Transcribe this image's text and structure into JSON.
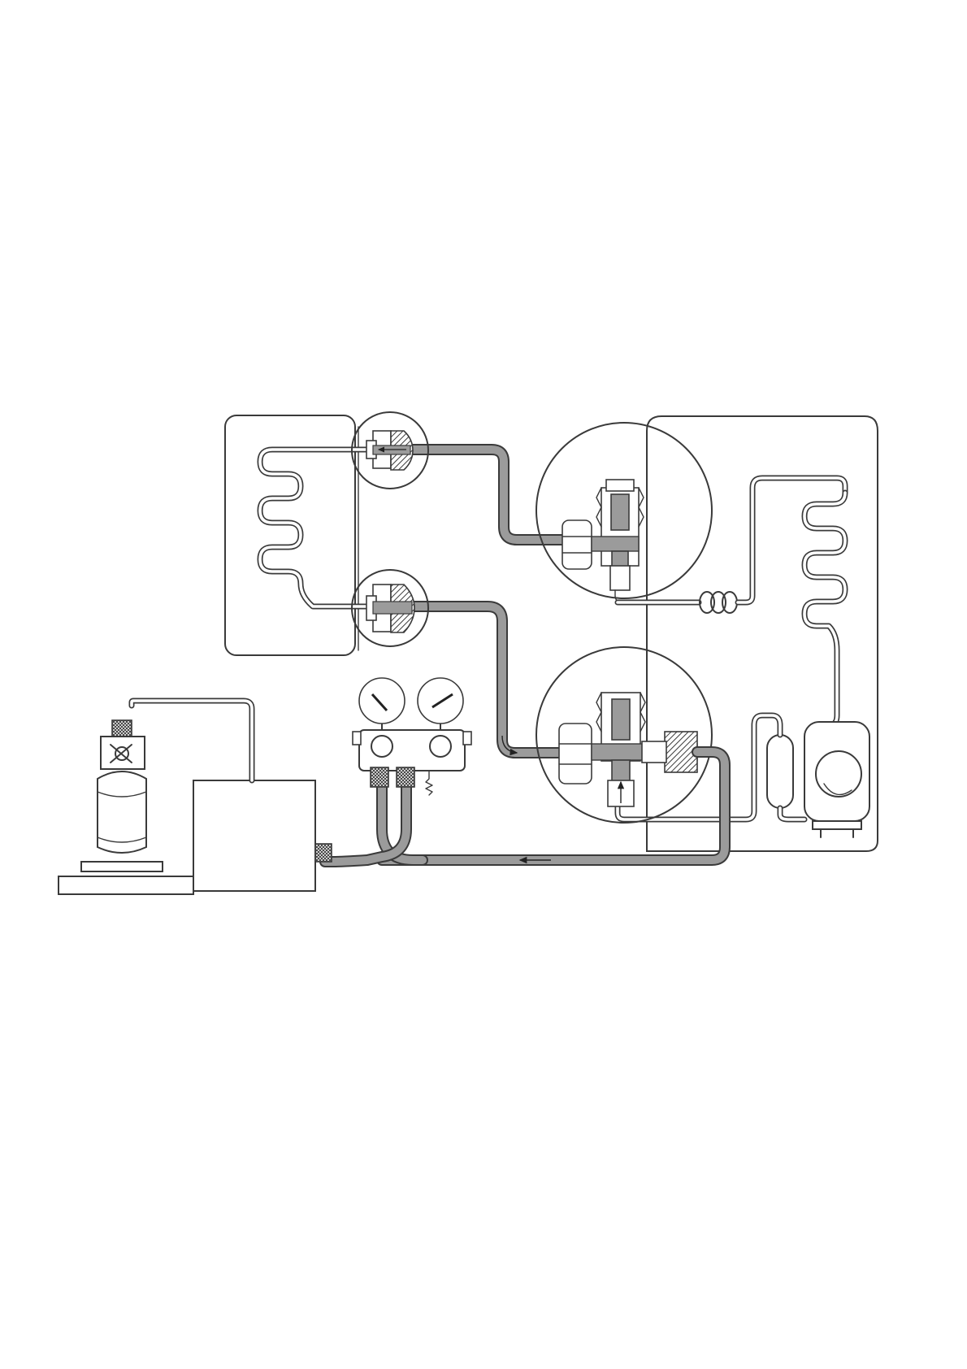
{
  "diagram": {
    "type": "refrigerant-charging-schematic",
    "text_labels": [],
    "components": [
      {
        "id": "indoor-unit-panel",
        "icon": "panel"
      },
      {
        "id": "outdoor-unit-panel",
        "icon": "panel"
      },
      {
        "id": "evaporator-coil",
        "icon": "serpentine-coil"
      },
      {
        "id": "condenser-coil",
        "icon": "serpentine-coil"
      },
      {
        "id": "capillary-coil",
        "icon": "capillary-tube"
      },
      {
        "id": "compressor",
        "icon": "compressor"
      },
      {
        "id": "accumulator",
        "icon": "accumulator"
      },
      {
        "id": "flare-joint-upper",
        "icon": "magnified-flare-joint"
      },
      {
        "id": "flare-joint-lower",
        "icon": "magnified-flare-joint"
      },
      {
        "id": "liquid-service-valve",
        "icon": "magnified-service-valve"
      },
      {
        "id": "gas-service-valve",
        "icon": "magnified-service-valve"
      },
      {
        "id": "manifold-gauge-set",
        "icon": "manifold-gauges"
      },
      {
        "id": "vacuum-pump",
        "icon": "pump-box"
      },
      {
        "id": "refrigerant-cylinder",
        "icon": "cylinder"
      },
      {
        "id": "charging-scale",
        "icon": "scale"
      }
    ],
    "flow_arrows": 4
  }
}
